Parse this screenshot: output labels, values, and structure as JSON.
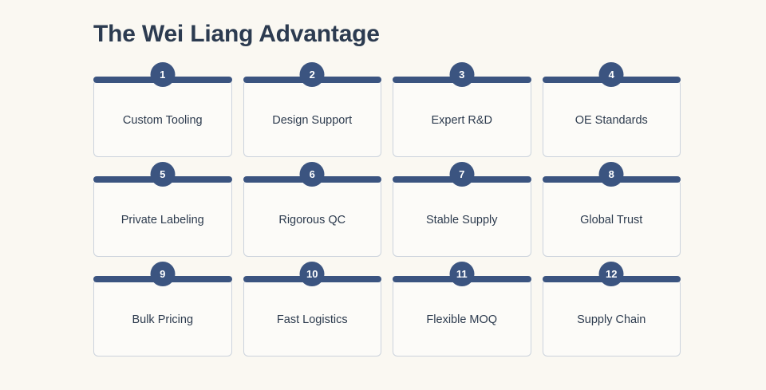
{
  "header": {
    "title": "The Wei Liang Advantage"
  },
  "theme": {
    "page_background": "#faf8f2",
    "card_background": "#fcfbf8",
    "accent": "#3b5480",
    "card_border": "#ccd3dd",
    "title_color": "#2c3b50",
    "label_color": "#2d3b4e",
    "badge_text_color": "#ffffff"
  },
  "grid": {
    "columns": 4,
    "rows": 3,
    "cards": [
      {
        "number": "1",
        "label": "Custom Tooling"
      },
      {
        "number": "2",
        "label": "Design Support"
      },
      {
        "number": "3",
        "label": "Expert R&D"
      },
      {
        "number": "4",
        "label": "OE Standards"
      },
      {
        "number": "5",
        "label": "Private Labeling"
      },
      {
        "number": "6",
        "label": "Rigorous QC"
      },
      {
        "number": "7",
        "label": "Stable Supply"
      },
      {
        "number": "8",
        "label": "Global Trust"
      },
      {
        "number": "9",
        "label": "Bulk Pricing"
      },
      {
        "number": "10",
        "label": "Fast Logistics"
      },
      {
        "number": "11",
        "label": "Flexible MOQ"
      },
      {
        "number": "12",
        "label": "Supply Chain"
      }
    ]
  }
}
